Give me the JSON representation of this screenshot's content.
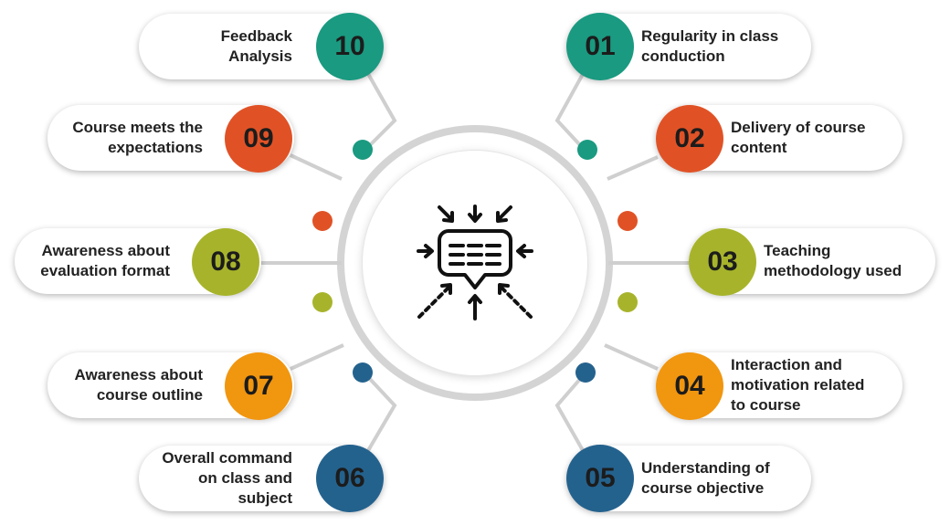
{
  "hub": {
    "icon": "feedback-chat-icon"
  },
  "items": [
    {
      "number": "01",
      "label": "Regularity in class\nconduction",
      "color": "#1a9a80"
    },
    {
      "number": "02",
      "label": "Delivery of course\ncontent",
      "color": "#e05226"
    },
    {
      "number": "03",
      "label": "Teaching\nmethodology used",
      "color": "#a7b42b"
    },
    {
      "number": "04",
      "label": "Interaction and\nmotivation related\nto course",
      "color": "#f1960f"
    },
    {
      "number": "05",
      "label": "Understanding of\ncourse objective",
      "color": "#24628e"
    },
    {
      "number": "06",
      "label": "Overall command\non class and\nsubject",
      "color": "#24628e"
    },
    {
      "number": "07",
      "label": "Awareness about\ncourse outline",
      "color": "#f1960f"
    },
    {
      "number": "08",
      "label": "Awareness about\nevaluation format",
      "color": "#a7b42b"
    },
    {
      "number": "09",
      "label": "Course meets  the\nexpectations",
      "color": "#e05226"
    },
    {
      "number": "10",
      "label": "Feedback Analysis",
      "color": "#1a9a80"
    }
  ],
  "colors": {
    "ring": "#d4d4d4",
    "connector": "#cfcfcf"
  }
}
